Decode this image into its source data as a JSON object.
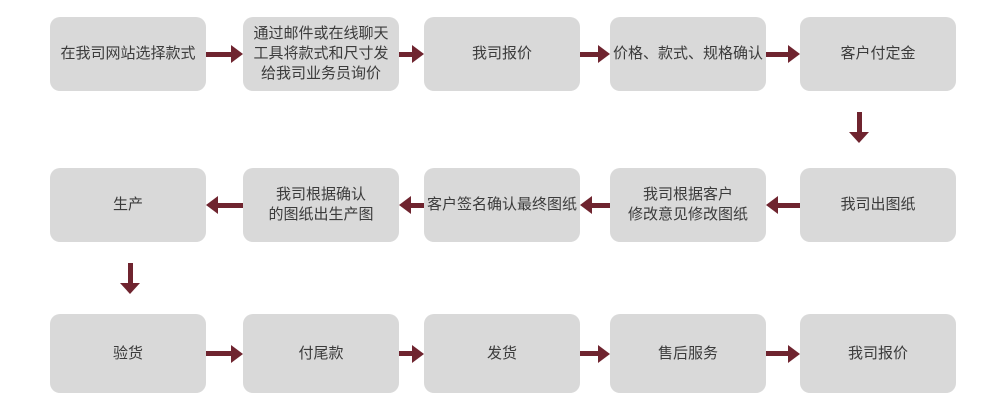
{
  "colors": {
    "background": "#ffffff",
    "box_fill": "#d9d9d9",
    "arrow": "#6f242f",
    "text": "#3b3b3b"
  },
  "icons": {
    "arrow_right": "right-arrow",
    "arrow_left": "left-arrow",
    "arrow_down": "down-arrow"
  },
  "flowchart": {
    "rows": [
      {
        "name": "inquiry-and-quotation",
        "direction": "left-to-right",
        "steps": [
          {
            "label": "在我司网站选择款式"
          },
          {
            "label": "通过邮件或在线聊天\n工具将款式和尺寸发\n给我司业务员询价"
          },
          {
            "label": "我司报价"
          },
          {
            "label": "价格、款式、规格确认"
          },
          {
            "label": "客户付定金"
          }
        ]
      },
      {
        "name": "drawing-confirmation",
        "direction": "right-to-left",
        "steps": [
          {
            "label": "生产"
          },
          {
            "label": "我司根据确认\n的图纸出生产图"
          },
          {
            "label": "客户签名确认最终图纸"
          },
          {
            "label": "我司根据客户\n修改意见修改图纸"
          },
          {
            "label": "我司出图纸"
          }
        ]
      },
      {
        "name": "delivery-and-service",
        "direction": "left-to-right",
        "steps": [
          {
            "label": "验货"
          },
          {
            "label": "付尾款"
          },
          {
            "label": "发货"
          },
          {
            "label": "售后服务"
          },
          {
            "label": "我司报价"
          }
        ]
      }
    ]
  }
}
